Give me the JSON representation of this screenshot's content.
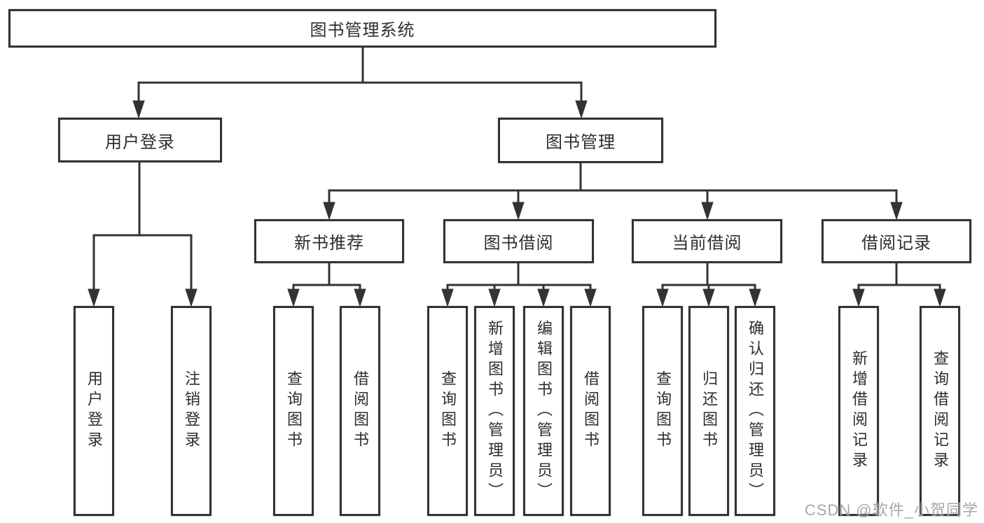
{
  "diagram": {
    "root": "图书管理系统",
    "user_branch": {
      "label": "用户登录",
      "children": [
        "用户登录",
        "注销登录"
      ]
    },
    "book_branch": {
      "label": "图书管理",
      "groups": [
        {
          "label": "新书推荐",
          "children": [
            "查询图书",
            "借阅图书"
          ]
        },
        {
          "label": "图书借阅",
          "children": [
            "查询图书",
            "新增图书（管理员）",
            "编辑图书（管理员）",
            "借阅图书"
          ]
        },
        {
          "label": "当前借阅",
          "children": [
            "查询图书",
            "归还图书",
            "确认归还（管理员）"
          ]
        },
        {
          "label": "借阅记录",
          "children": [
            "新增借阅记录",
            "查询借阅记录"
          ]
        }
      ]
    },
    "watermark": "CSDN @软件_小贺同学"
  }
}
